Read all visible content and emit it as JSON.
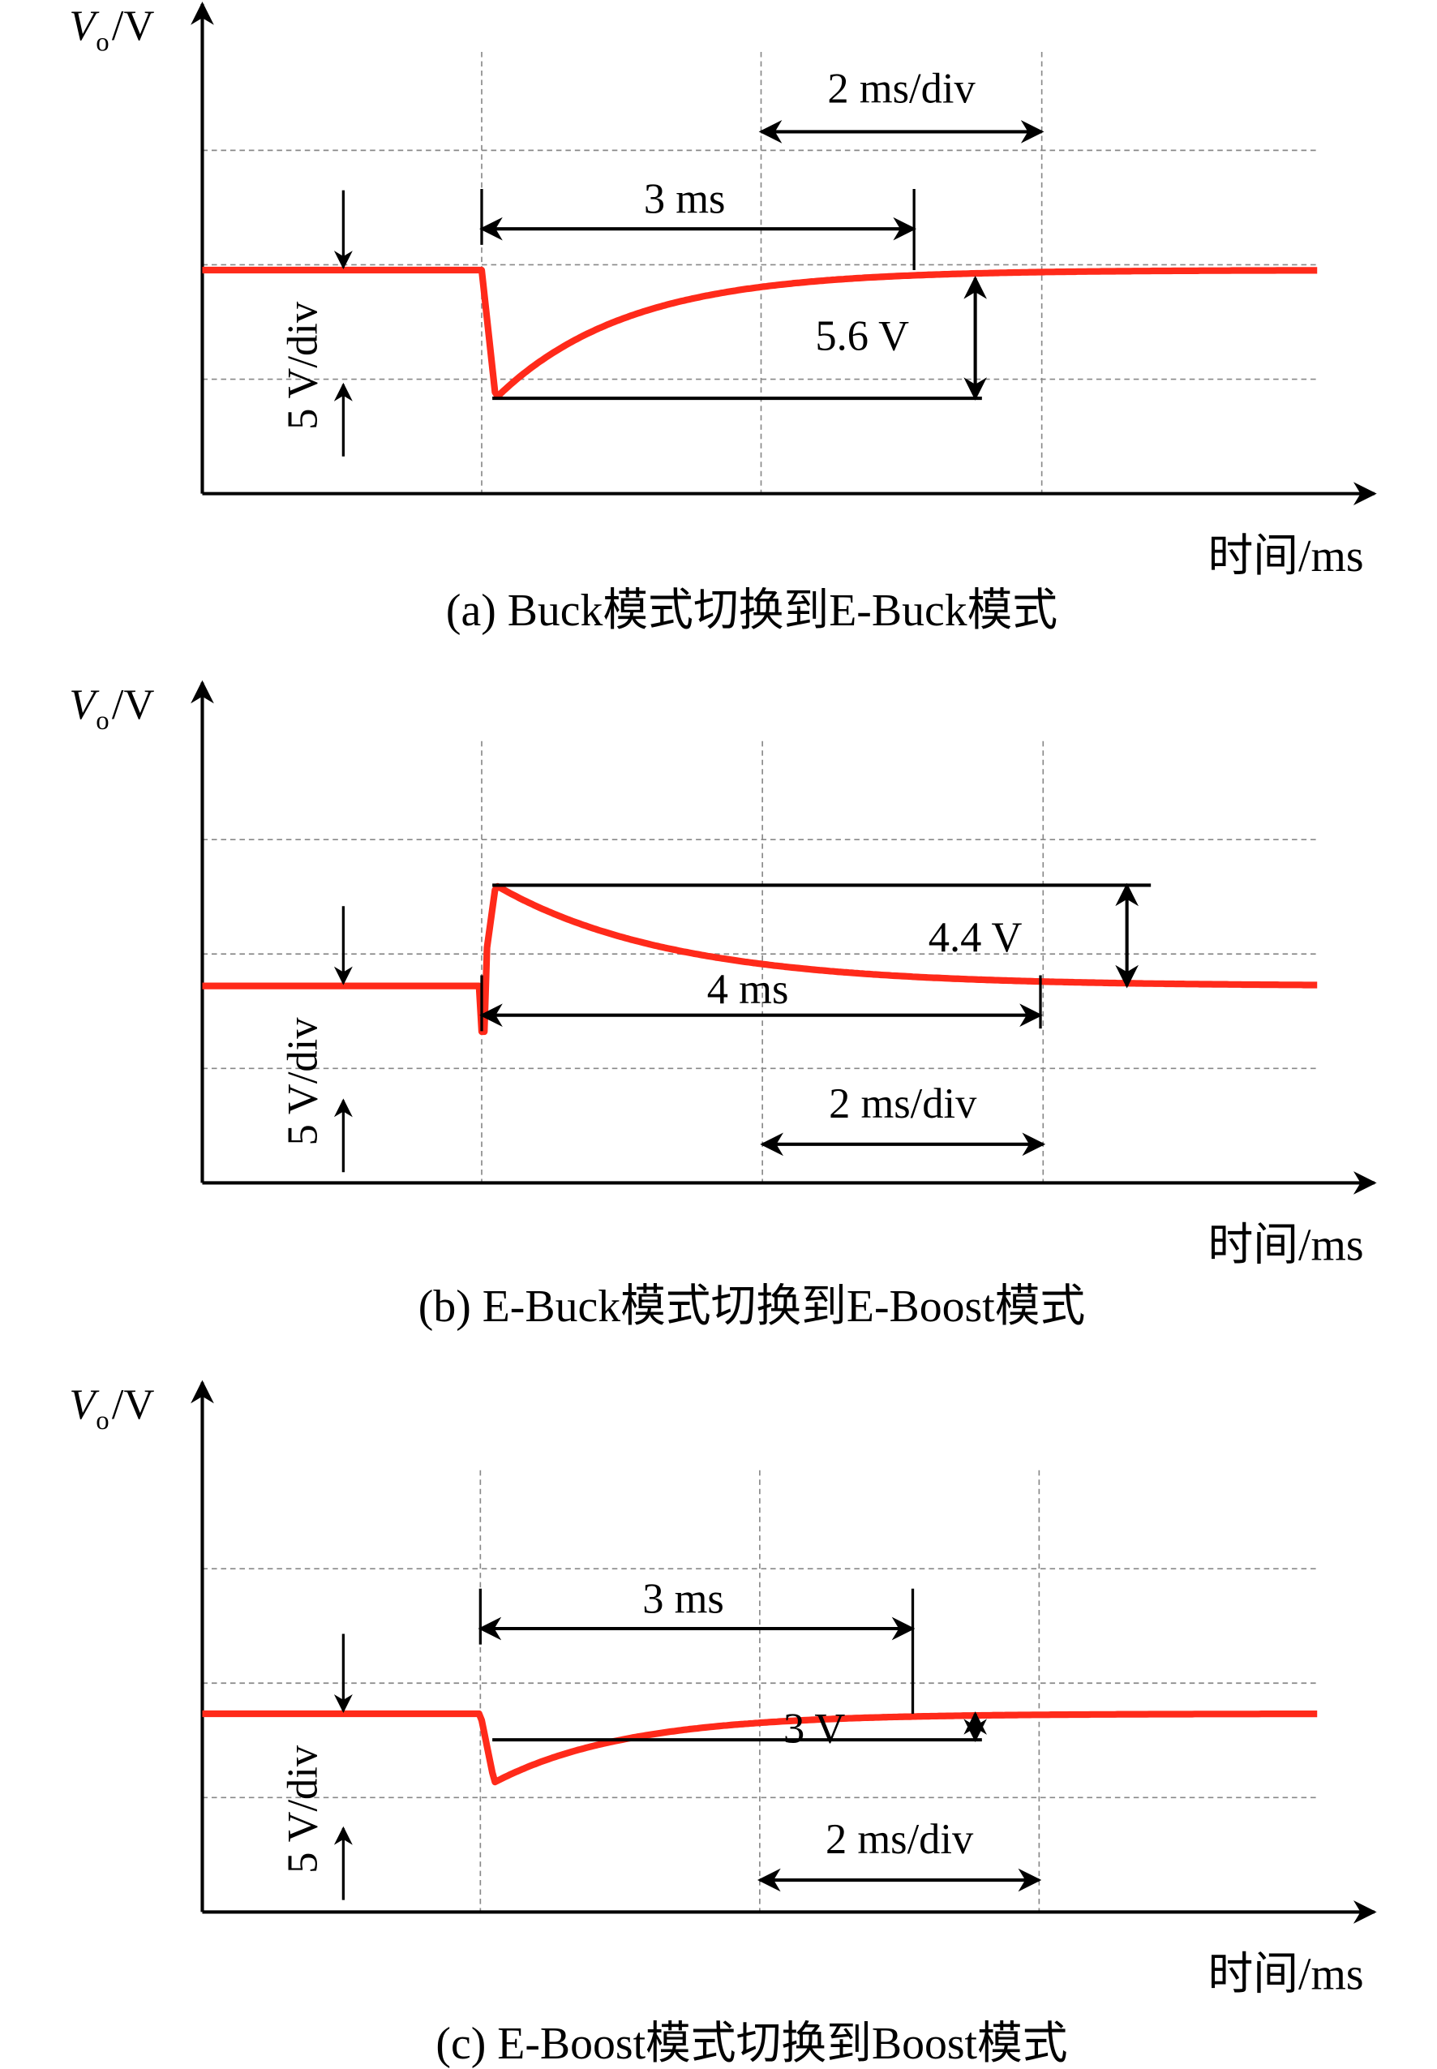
{
  "chart_data": [
    {
      "type": "line",
      "panel": "a",
      "title": "(a) Buck模式切换到E-Buck模式",
      "ylabel_main": "V",
      "ylabel_sub": "o",
      "ylabel_unit": "/V",
      "xlabel": "时间/ms",
      "v_per_div": 5,
      "ms_per_div": 2,
      "v_scale_label": "5 V/div",
      "t_scale_label": "2 ms/div",
      "step_time_ms": 0,
      "deviation_V": -5.6,
      "deviation_label": "5.6 V",
      "recovery_time_ms": 3,
      "recovery_label": "3 ms",
      "series_color": "#ff2a1a"
    },
    {
      "type": "line",
      "panel": "b",
      "title": "(b) E-Buck模式切换到E-Boost模式",
      "ylabel_main": "V",
      "ylabel_sub": "o",
      "ylabel_unit": "/V",
      "xlabel": "时间/ms",
      "v_per_div": 5,
      "ms_per_div": 2,
      "v_scale_label": "5 V/div",
      "t_scale_label": "2 ms/div",
      "step_time_ms": 0,
      "deviation_V": 4.4,
      "deviation_label": "4.4 V",
      "recovery_time_ms": 4,
      "recovery_label": "4 ms",
      "series_color": "#ff2a1a"
    },
    {
      "type": "line",
      "panel": "c",
      "title": "(c) E-Boost模式切换到Boost模式",
      "ylabel_main": "V",
      "ylabel_sub": "o",
      "ylabel_unit": "/V",
      "xlabel": "时间/ms",
      "v_per_div": 5,
      "ms_per_div": 2,
      "v_scale_label": "5 V/div",
      "t_scale_label": "2 ms/div",
      "step_time_ms": 0,
      "deviation_V": -3,
      "deviation_label": "3 V",
      "recovery_time_ms": 3,
      "recovery_label": "3 ms",
      "series_color": "#ff2a1a"
    }
  ]
}
